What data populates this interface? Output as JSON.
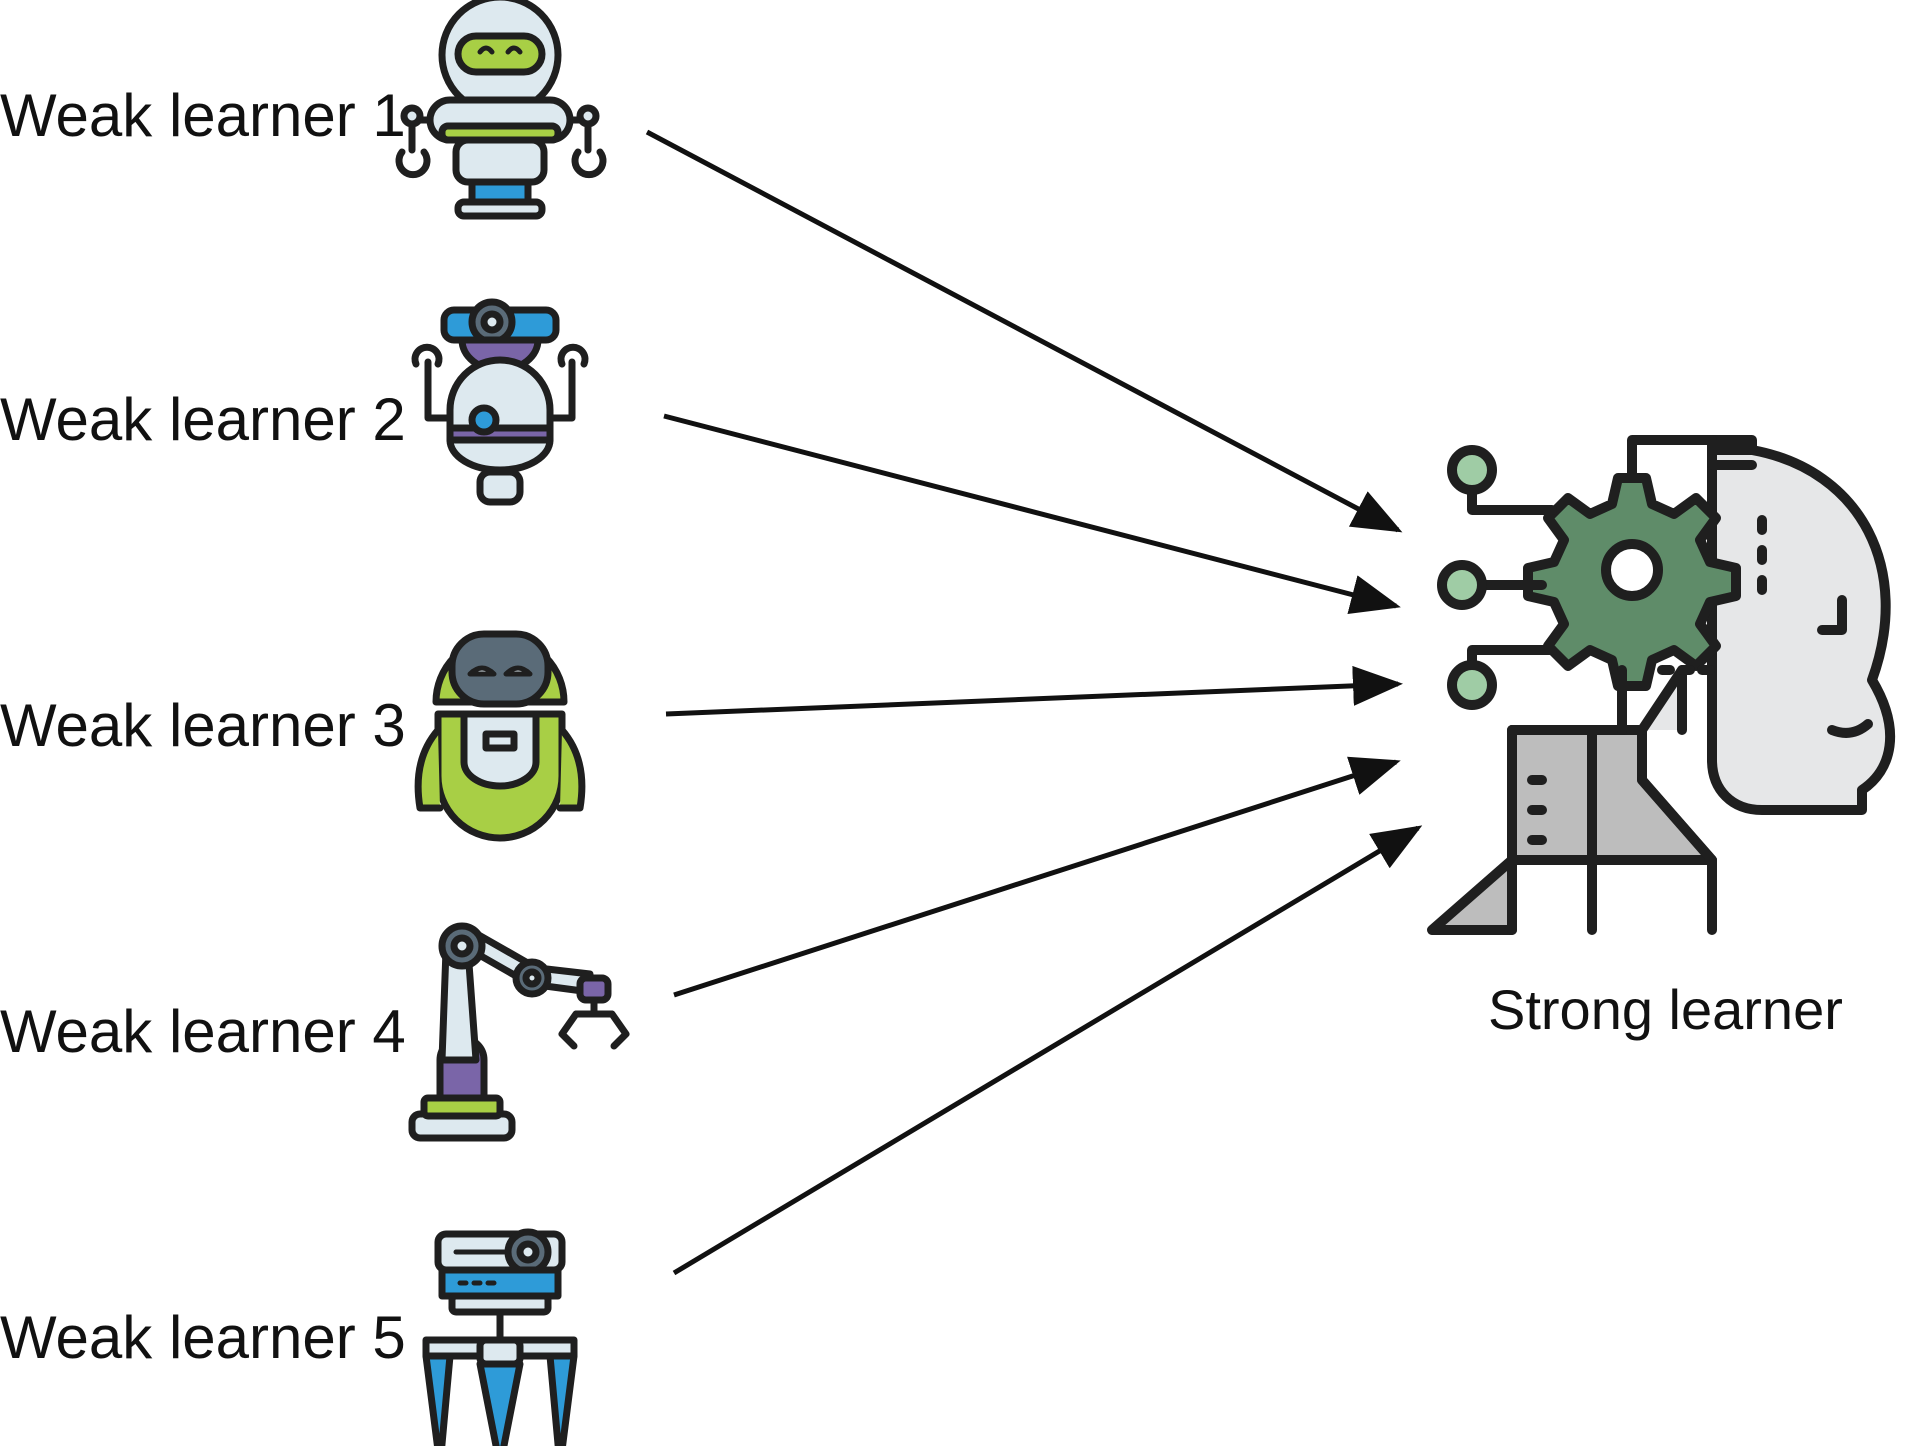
{
  "weak_learners": [
    {
      "label": "Weak learner 1",
      "icon": "humanoid-robot-icon"
    },
    {
      "label": "Weak learner 2",
      "icon": "hover-robot-icon"
    },
    {
      "label": "Weak learner 3",
      "icon": "round-robot-icon"
    },
    {
      "label": "Weak learner 4",
      "icon": "robotic-arm-icon"
    },
    {
      "label": "Weak learner 5",
      "icon": "claw-robot-icon"
    }
  ],
  "strong_learner": {
    "label": "Strong learner",
    "icon": "ai-head-gear-icon"
  },
  "colors": {
    "outline": "#1f1f1f",
    "arrow": "#111111",
    "light_body": "#dde9ef",
    "lime": "#a8cf45",
    "blue": "#2e9bd8",
    "purple": "#7a65a8",
    "slate": "#5a6b78",
    "gear_green": "#5f8c69",
    "node_green": "#9fcca5",
    "head_grey": "#e6e7e8",
    "body_grey": "#bdbdbd"
  }
}
